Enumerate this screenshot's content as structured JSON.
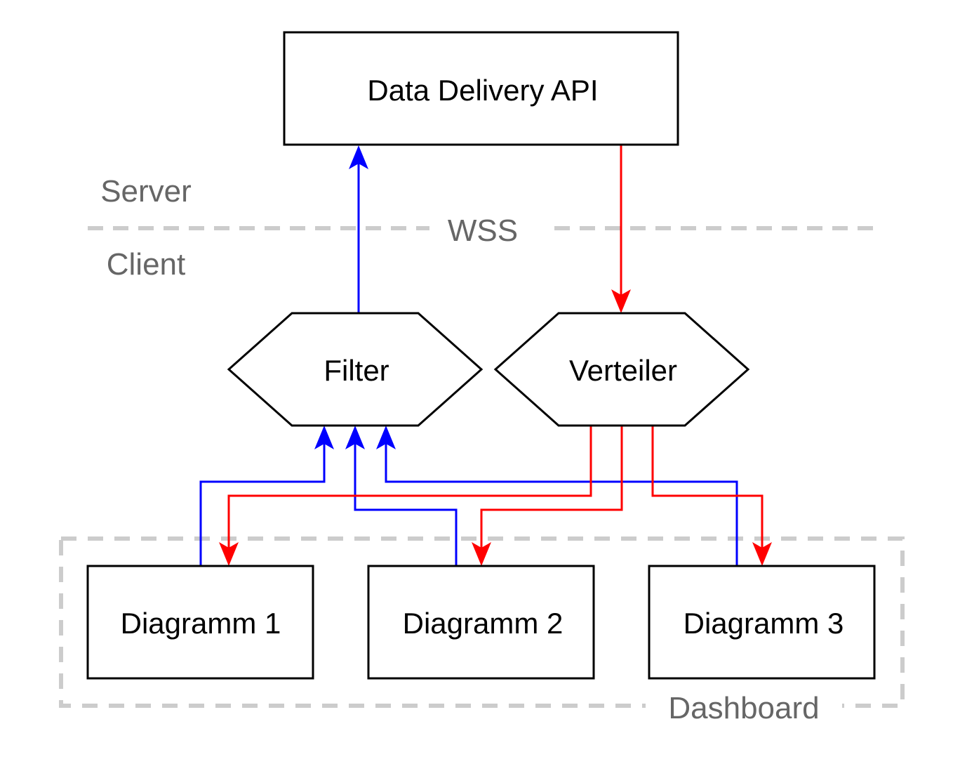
{
  "nodes": {
    "api": "Data Delivery API",
    "filter": "Filter",
    "verteiler": "Verteiler",
    "diagram1": "Diagramm 1",
    "diagram2": "Diagramm 2",
    "diagram3": "Diagramm 3"
  },
  "zones": {
    "server": "Server",
    "client": "Client",
    "wss": "WSS",
    "dashboard": "Dashboard"
  },
  "colors": {
    "request_flow": "#0000ff",
    "response_flow": "#ff0000",
    "zone_border": "#cccccc",
    "zone_text": "#666666"
  }
}
